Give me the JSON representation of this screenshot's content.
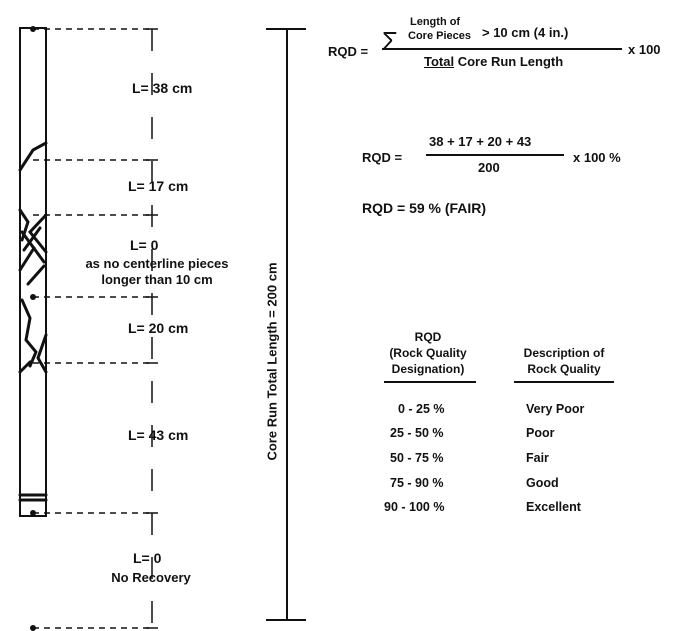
{
  "core": {
    "segments": [
      {
        "label": "L= 38 cm"
      },
      {
        "label": "L= 17 cm"
      },
      {
        "label": "L= 0",
        "note_line1": "as no centerline pieces",
        "note_line2": "longer than 10 cm"
      },
      {
        "label": "L= 20 cm"
      },
      {
        "label": "L= 43 cm"
      },
      {
        "label": "L= 0",
        "note_line1": "No Recovery"
      }
    ],
    "total_length_label": "Core Run Total Length = 200 cm"
  },
  "formula": {
    "lhs": "RQD =",
    "sigma": "Σ",
    "num_line1": "Length of",
    "num_line2": "Core Pieces",
    "num_condition": "> 10 cm (4 in.)",
    "den_underlined": "Total",
    "den_rest": "Core Run Length",
    "times": "x 100"
  },
  "calculation": {
    "lhs": "RQD =",
    "numerator": "38 + 17 + 20 + 43",
    "denominator": "200",
    "times": "x 100 %",
    "result": "RQD = 59 % (FAIR)"
  },
  "table": {
    "col1_header_line1": "RQD",
    "col1_header_line2": "(Rock Quality",
    "col1_header_line3": "Designation)",
    "col2_header_line1": "Description of",
    "col2_header_line2": "Rock Quality",
    "rows": [
      {
        "range": "0 - 25 %",
        "description": "Very Poor"
      },
      {
        "range": "25 - 50 %",
        "description": "Poor"
      },
      {
        "range": "50 - 75 %",
        "description": "Fair"
      },
      {
        "range": "75 - 90 %",
        "description": "Good"
      },
      {
        "range": "90 - 100 %",
        "description": "Excellent"
      }
    ]
  }
}
